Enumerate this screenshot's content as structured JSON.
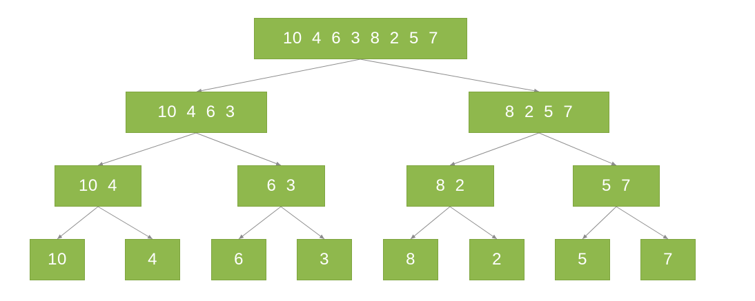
{
  "diagram": {
    "root": "10  4  6  3  8  2  5  7",
    "level1": [
      "10  4  6  3",
      "8  2  5  7"
    ],
    "level2": [
      "10  4",
      "6  3",
      "8  2",
      "5  7"
    ],
    "leaves": [
      "10",
      "4",
      "6",
      "3",
      "8",
      "2",
      "5",
      "7"
    ]
  },
  "colors": {
    "node_fill": "#8fb84d",
    "node_text": "#ffffff",
    "edge": "#8c8c8c"
  }
}
